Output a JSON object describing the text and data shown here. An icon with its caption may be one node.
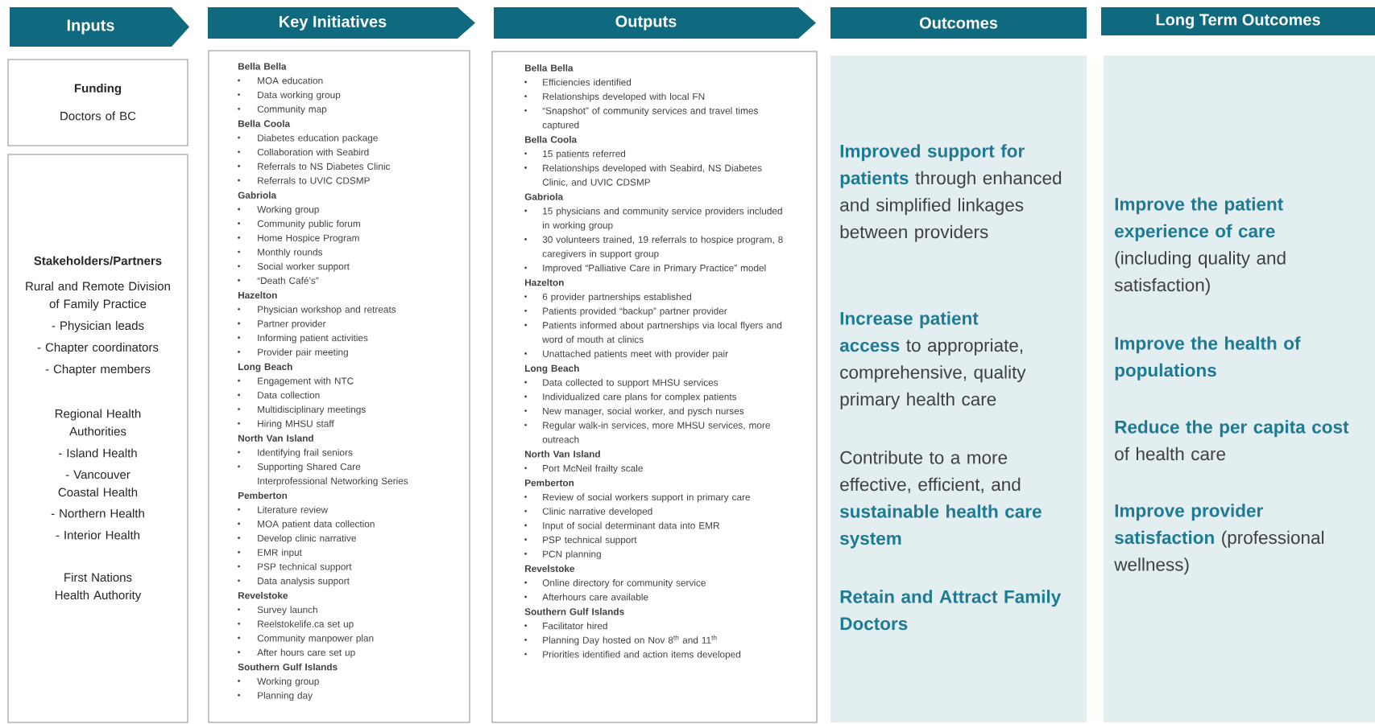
{
  "diagram": {
    "nodes": [
      {
        "text": [
          "Inputs"
        ]
      },
      {
        "text": [
          "Funding",
          "Doctors of BC"
        ]
      },
      {
        "text": [
          "Stakeholders/Partners",
          "Rural and Remote Division of Family Practice",
          "- Physician leads",
          "- Chapter coordinators",
          "- Chapter members",
          "Regional Health Authorities",
          "- Island Health",
          "- Vancouver Coastal Health",
          "- Northern Health",
          "- Interior Health",
          "First Nations Health Authority"
        ]
      },
      {
        "text": [
          "Key Initiatives"
        ]
      },
      {
        "text": [],
        "shape": "box"
      },
      {
        "text": [
          "Bella Bella",
          "MOA education",
          "Data working group",
          "Community map"
        ],
        "in": 4
      },
      {
        "text": [
          "Bella Coola",
          "Diabetes education package",
          "Collaboration with Seabird",
          "Referrals to NS Diabetes Clinic",
          "Referrals to UVIC CDSMP"
        ],
        "in": 4
      },
      {
        "text": [
          "Gabriola",
          "Working group",
          "Community public forum",
          "Home Hospice Program",
          "Monthly rounds",
          "Social worker support",
          "“Death Café’s”"
        ],
        "in": 4
      },
      {
        "text": [
          "Hazelton",
          "Physician workshop and retreats",
          "Partner provider",
          "Informing patient activities",
          "Provider pair meeting"
        ],
        "in": 4
      },
      {
        "text": [
          "Long Beach",
          "Engagement with NTC",
          "Data collection",
          "Multidisciplinary meetings",
          "Hiring MHSU staff"
        ],
        "in": 4
      },
      {
        "text": [
          "North Van Island",
          "Identifying frail seniors",
          "Supporting Shared Care Interprofessional Networking Series"
        ],
        "in": 4
      },
      {
        "text": [
          "Pemberton",
          "Literature review",
          "MOA patient data collection",
          "Develop clinic narrative",
          "EMR input",
          "PSP technical support",
          "Data analysis support"
        ],
        "in": 4
      },
      {
        "text": [
          "Revelstoke",
          "Survey launch",
          "Reelstokelife.ca set up",
          "Community manpower plan",
          "After hours care set up"
        ],
        "in": 4
      },
      {
        "text": [
          "Southern Gulf Islands",
          "Working group",
          "Planning day"
        ],
        "in": 4
      },
      {
        "text": [
          "Outputs"
        ]
      },
      {
        "text": [],
        "shape": "box"
      },
      {
        "text": [
          "Bella Bella",
          "Efficiencies identified",
          "Relationships developed with local FN",
          "“Snapshot” of community services and travel times captured"
        ],
        "in": 15
      },
      {
        "text": [
          "Bella Coola",
          "15 patients referred",
          "Relationships developed with Seabird, NS Diabetes Clinic, and UVIC CDSMP"
        ],
        "in": 15
      },
      {
        "text": [
          "Gabriola",
          "15 physicians and community service providers included in working group",
          "30 volunteers trained, 19 referrals to hospice program, 8 caregivers in support group",
          "Improved “Palliative Care in Primary Practice” model"
        ],
        "in": 15
      },
      {
        "text": [
          "Hazelton",
          "6 provider partnerships established",
          "Patients provided “backup” partner provider",
          "Patients informed about partnerships via local flyers and word of mouth at clinics",
          "Unattached patients meet with provider pair"
        ],
        "in": 15
      },
      {
        "text": [
          "Long Beach",
          "Data collected to support MHSU services",
          "Individualized care plans for complex patients",
          "New manager, social worker, and pysch nurses",
          "Regular walk-in services, more MHSU services, more outreach"
        ],
        "in": 15
      },
      {
        "text": [
          "North Van Island",
          "Port McNeil frailty scale"
        ],
        "in": 15
      },
      {
        "text": [
          "Pemberton",
          "Review of social workers support in primary care",
          "Clinic narrative developed",
          "Input of social determinant data into EMR",
          "PSP technical support",
          "PCN planning"
        ],
        "in": 15
      },
      {
        "text": [
          "Revelstoke",
          "Online directory for community service",
          "Afterhours care available"
        ],
        "in": 15
      },
      {
        "text": [
          "Southern Gulf Islands",
          "Facilitator hired",
          "Planning Day hosted on Nov 8$^{th}$ and 11$^{th}$",
          "Priorities identified and action items developed"
        ],
        "in": 15
      },
      {
        "text": [
          "Outcomes"
        ]
      },
      {
        "text": [
          "**Improved support for patients** through enhanced and simplified linkages between providers",
          "**Increase patient access** to appropriate, comprehensive, quality primary health care",
          "Contribute to a more effective, efficient, and **sustainable health care system**",
          "Retain and Attract Family Doctors"
        ]
      },
      {
        "text": [
          "Long Term Outcomes"
        ]
      },
      {
        "text": [
          "**Improve the patient experience of care** (including quality and satisfaction)",
          "Improve the health of populations",
          "**Reduce the per capita cost** of health care",
          "**Improve provider satisfaction** (professional wellness)"
        ]
      }
    ]
  }
}
